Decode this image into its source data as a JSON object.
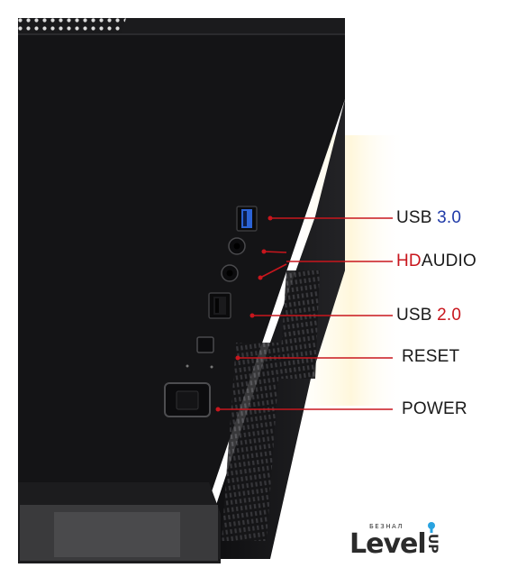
{
  "colors": {
    "case_body": "#141416",
    "case_top": "#1b1b1d",
    "leader_line": "#c8161d",
    "usb3_port": "#2b63d6",
    "label_text": "#1a1a1a",
    "label_accent_blue": "#1f3aa8",
    "label_accent_red": "#c8161d"
  },
  "labels": {
    "usb3": {
      "prefix": "USB ",
      "accent": "3.0"
    },
    "hd_audio": {
      "accent": "HD",
      "suffix": "AUDIO"
    },
    "usb2": {
      "prefix": "USB ",
      "accent": "2.0"
    },
    "reset": "RESET",
    "power": "POWER"
  },
  "logo": {
    "word": "Level",
    "sub": "БЕЗНАЛ",
    "up": "UP"
  }
}
